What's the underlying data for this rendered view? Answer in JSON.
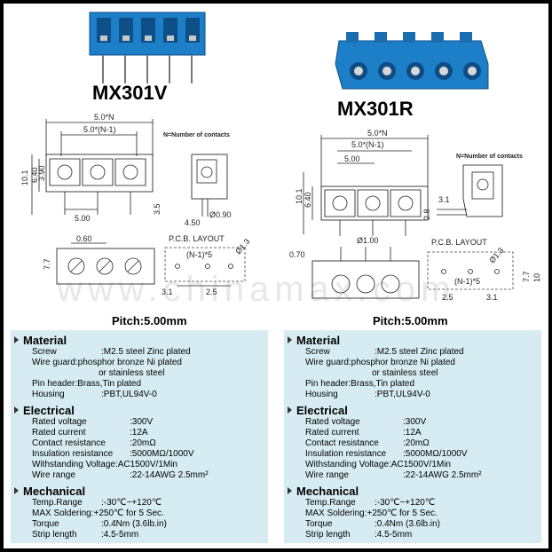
{
  "left": {
    "model": "MX301V",
    "note": "N=Number of contacts",
    "pcb": "P.C.B. LAYOUT",
    "pitch": "Pitch:5.00mm",
    "dims": {
      "w": "5.0*N",
      "w2": "5.0*(N-1)",
      "h1": "10.1",
      "h2": "6.40",
      "h3": "3.90",
      "b": "5.00",
      "pin": "3.5",
      "d": "4.50",
      "hole": "Ø0.90",
      "p1": "0.60",
      "p2": "7.7",
      "n": "(N-1)*5",
      "hd": "Ø1.3",
      "a": "3.1",
      "c": "2.5"
    }
  },
  "right": {
    "model": "MX301R",
    "note": "N=Number of contacts",
    "pcb": "P.C.B. LAYOUT",
    "pitch": "Pitch:5.00mm",
    "dims": {
      "w": "5.0*N",
      "w2": "5.0*(N-1)",
      "b": "5.00",
      "h1": "10.1",
      "h2": "6.40",
      "pin": "2.8",
      "t": "3.1",
      "hole": "Ø1.00",
      "p1": "0.70",
      "n": "(N-1)*5",
      "hd": "Ø1.3",
      "c": "2.5",
      "a": "3.1",
      "r1": "7.7",
      "r2": "10"
    }
  },
  "watermark": "www.chinamax.com",
  "specs": {
    "material_title": "Material",
    "screw_k": "Screw",
    "screw_v": ":M2.5 steel Zinc plated",
    "wire_k": "Wire guard",
    "wire_v": ":phosphor bronze Ni plated",
    "wire_v2": "or stainless steel",
    "pin_k": "Pin header",
    "pin_v": ":Brass,Tin plated",
    "housing_k": "Housing",
    "housing_v": ":PBT,UL94V-0",
    "electrical_title": "Electrical",
    "volt_k": "Rated voltage",
    "volt_v": ":300V",
    "curr_k": "Rated current",
    "curr_v": ":12A",
    "cres_k": "Contact resistance",
    "cres_v": ":20mΩ",
    "ires_k": "Insulation resistance",
    "ires_v": ":5000MΩ/1000V",
    "wv_k": "Withstanding Voltage",
    "wv_v": ":AC1500V/1Min",
    "wr_k": "Wire range",
    "wr_v": ":22-14AWG  2.5mm²",
    "mech_title": "Mechanical",
    "temp_k": "Temp.Range",
    "temp_v": ":-30℃~+120℃",
    "sold_k": "MAX Soldering",
    "sold_v": ":+250℃ for 5 Sec.",
    "torq_k": "Torque",
    "torq_v": ":0.4Nm  (3.6lb.in)",
    "strip_k": "Strip length",
    "strip_v": ":4.5-5mm"
  }
}
